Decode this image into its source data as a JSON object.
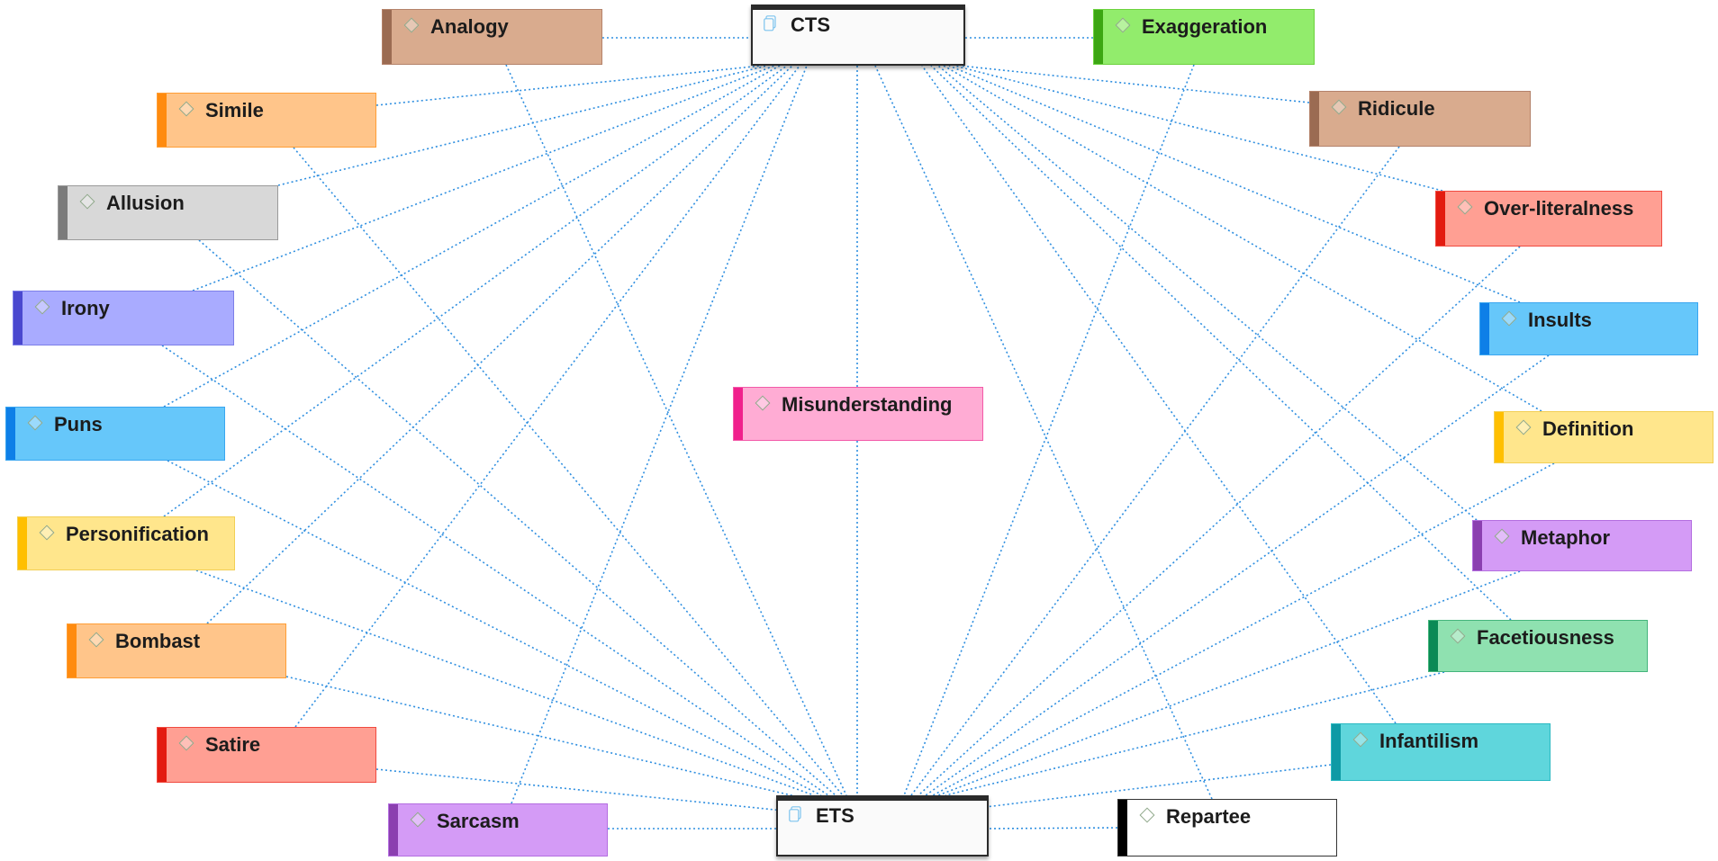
{
  "diagram": {
    "center_nodes": [
      {
        "id": "cts",
        "label": "CTS"
      },
      {
        "id": "ets",
        "label": "ETS"
      }
    ],
    "nodes": [
      {
        "id": "analogy",
        "label": "Analogy",
        "fill": "#d9ab8e",
        "stripe": "#9b6b52",
        "border": "#b4826a"
      },
      {
        "id": "simile",
        "label": "Simile",
        "fill": "#ffc58a",
        "stripe": "#ff8b0f",
        "border": "#ff9e36"
      },
      {
        "id": "allusion",
        "label": "Allusion",
        "fill": "#d8d8d8",
        "stripe": "#7b7b7b",
        "border": "#9a9a9a"
      },
      {
        "id": "irony",
        "label": "Irony",
        "fill": "#a9abff",
        "stripe": "#4a48cf",
        "border": "#7c7ee8"
      },
      {
        "id": "puns",
        "label": "Puns",
        "fill": "#66c7fa",
        "stripe": "#0e7fe7",
        "border": "#3aa6f0"
      },
      {
        "id": "personification",
        "label": "Personification",
        "fill": "#ffe68c",
        "stripe": "#ffbf00",
        "border": "#f2cf55"
      },
      {
        "id": "bombast",
        "label": "Bombast",
        "fill": "#ffc58a",
        "stripe": "#ff8b0f",
        "border": "#ff9e36"
      },
      {
        "id": "satire",
        "label": "Satire",
        "fill": "#ff9f93",
        "stripe": "#e31b10",
        "border": "#f04a40"
      },
      {
        "id": "sarcasm",
        "label": "Sarcasm",
        "fill": "#d49bf6",
        "stripe": "#8b3fb0",
        "border": "#b46ee0"
      },
      {
        "id": "exaggeration",
        "label": "Exaggeration",
        "fill": "#92ec6c",
        "stripe": "#3ca613",
        "border": "#6cd23e"
      },
      {
        "id": "ridicule",
        "label": "Ridicule",
        "fill": "#d9ab8e",
        "stripe": "#9b6b52",
        "border": "#b4826a"
      },
      {
        "id": "overliteralness",
        "label": "Over-literalness",
        "fill": "#ff9f93",
        "stripe": "#e31b10",
        "border": "#f04a40"
      },
      {
        "id": "insults",
        "label": "Insults",
        "fill": "#66c7fa",
        "stripe": "#0e7fe7",
        "border": "#3aa6f0"
      },
      {
        "id": "definition",
        "label": "Definition",
        "fill": "#ffe68c",
        "stripe": "#ffbf00",
        "border": "#f2cf55"
      },
      {
        "id": "metaphor",
        "label": "Metaphor",
        "fill": "#d49bf6",
        "stripe": "#8b3fb0",
        "border": "#b46ee0"
      },
      {
        "id": "facetiousness",
        "label": "Facetiousness",
        "fill": "#8fe1b0",
        "stripe": "#0a8a55",
        "border": "#44b57c"
      },
      {
        "id": "infantilism",
        "label": "Infantilism",
        "fill": "#5fd6dc",
        "stripe": "#0e9aa5",
        "border": "#2bb9c2"
      },
      {
        "id": "repartee",
        "label": "Repartee",
        "fill": "#ffffff",
        "stripe": "#000000",
        "border": "#333333"
      },
      {
        "id": "misunderstanding",
        "label": "Misunderstanding",
        "fill": "#ffacd4",
        "stripe": "#f0208c",
        "border": "#f25aa8"
      }
    ],
    "edge_color": "#2f8fe0"
  }
}
